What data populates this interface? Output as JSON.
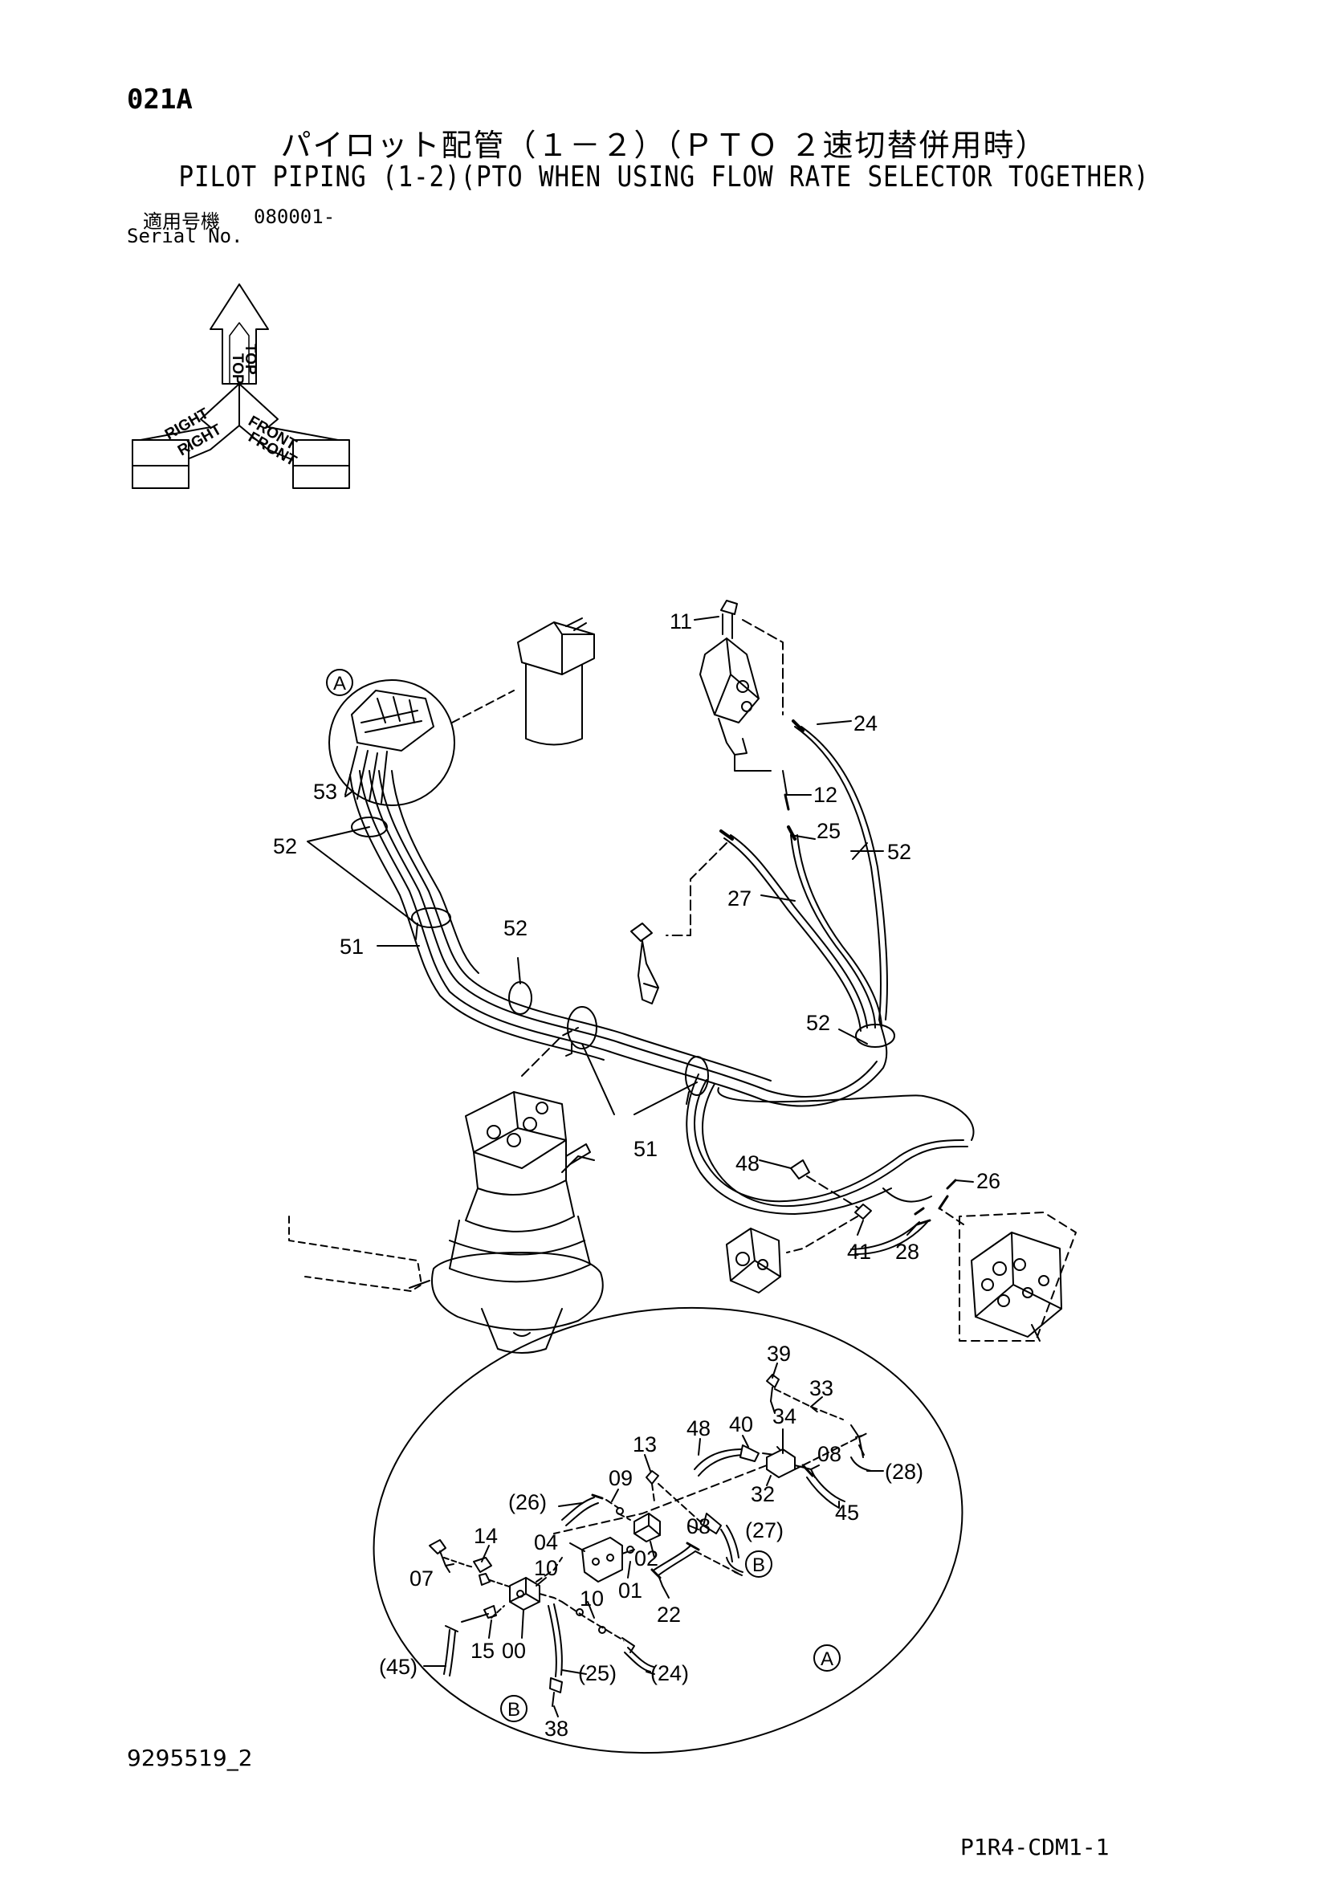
{
  "header": {
    "code": "021A",
    "title_ja": "パイロット配管（１－２）（ＰＴＯ ２速切替併用時）",
    "title_en": "PILOT PIPING (1-2)(PTO WHEN USING FLOW RATE SELECTOR TOGETHER)",
    "serial_label_ja": "適用号機",
    "serial_value": "080001-",
    "serial_label_en": "Serial No."
  },
  "orientation": {
    "top": "TOP",
    "right": "RIGHT",
    "front": "FRONT"
  },
  "callouts": {
    "A": "A",
    "B": "B"
  },
  "part_labels": {
    "p11": "11",
    "p24": "24",
    "p12": "12",
    "p25": "25",
    "p52a": "52",
    "p52b": "52",
    "p52c": "52",
    "p52d": "52",
    "p27": "27",
    "p53": "53",
    "p51a": "51",
    "p51b": "51",
    "p48": "48",
    "p26": "26",
    "p41": "41",
    "p28": "28",
    "d39": "39",
    "d33": "33",
    "d48": "48",
    "d40": "40",
    "d34": "34",
    "d13": "13",
    "d08a": "08",
    "d28": "(28)",
    "d09": "09",
    "d32": "32",
    "d45": "45",
    "d26": "(26)",
    "d27": "(27)",
    "d08b": "08",
    "d04": "04",
    "d14": "14",
    "d02": "02",
    "d07": "07",
    "d10a": "10",
    "d01": "01",
    "d22": "22",
    "d10b": "10",
    "d45b": "(45)",
    "d15": "15",
    "d00": "00",
    "d25b": "(25)",
    "d24b": "(24)",
    "d38": "38"
  },
  "footer": {
    "doc_number": "9295519_2",
    "page_code": "P1R4-CDM1-1"
  }
}
